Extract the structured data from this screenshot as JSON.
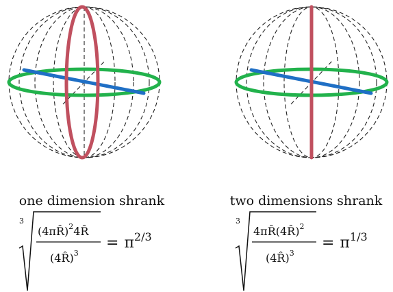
{
  "figure": {
    "colors": {
      "outline": "#222222",
      "equator": "#22b24c",
      "diameter": "#1f6fc5",
      "meridian": "#c0505f"
    },
    "panels": [
      {
        "caption": "one dimension shrank",
        "formula": {
          "root_index": "3",
          "numerator_base": "(4πR̂)",
          "numerator_exp": "2",
          "numerator_tail": "4R̂",
          "denominator_base": "(4R̂)",
          "denominator_exp": "3",
          "equals": "=",
          "result_base": "π",
          "result_exp": "2/3"
        }
      },
      {
        "caption": "two dimensions shrank",
        "formula": {
          "root_index": "3",
          "numerator_head": "4πR̂",
          "numerator_base": "(4R̂)",
          "numerator_exp": "2",
          "denominator_base": "(4R̂)",
          "denominator_exp": "3",
          "equals": "=",
          "result_base": "π",
          "result_exp": "1/3"
        }
      }
    ]
  }
}
